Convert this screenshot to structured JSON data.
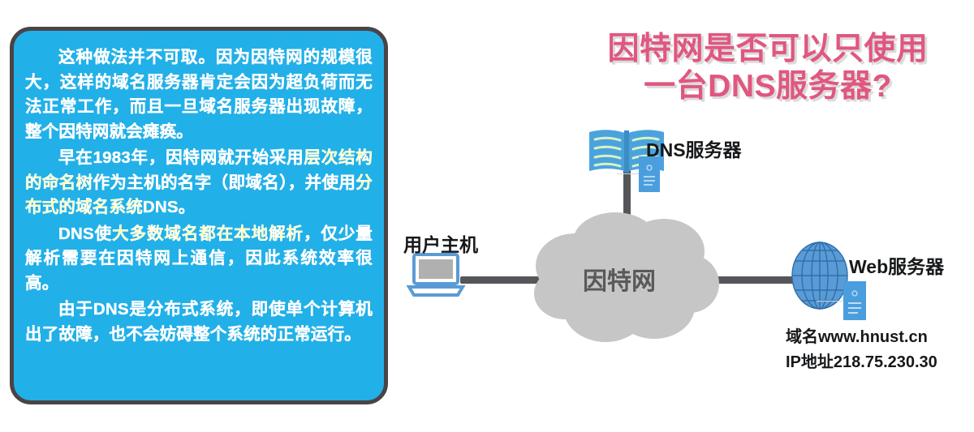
{
  "heading": {
    "line1": "因特网是否可以只使用",
    "line2": "一台DNS服务器?",
    "color": "#e0577f",
    "outline_color": "#ffffff"
  },
  "note_card": {
    "background_color": "#22b0e8",
    "border_color": "#4a4446",
    "text_color": "#ffffff",
    "highlight_color": "#ffff1a",
    "paragraphs": [
      {
        "id": "p1",
        "text": "这种做法并不可取。因为因特网的规模很大，这样的域名服务器肯定会因为超负荷而无法正常工作，而且一旦域名服务器出现故障，整个因特网就会瘫痪。",
        "segments": [
          {
            "text": "这种做法并不可取。因为因特网的规模很大，这样的域名服务器肯定会因为超负荷而无法正常工作，而且一旦域名服务器出现故障，整个因特网就会瘫痪。",
            "highlight": false
          }
        ]
      },
      {
        "id": "p2",
        "text": "早在1983年，因特网就开始采用层次结构的命名树作为主机的名字（即域名），并使用分布式的域名系统DNS。",
        "segments": [
          {
            "text": "早在1983年，因特网就开始采用",
            "highlight": false
          },
          {
            "text": "层次结构的命名树",
            "highlight": true
          },
          {
            "text": "作为主机的名字（即域名），并使用",
            "highlight": false
          },
          {
            "text": "分布式的域名系统",
            "highlight": true
          },
          {
            "text": "DNS。",
            "highlight": false
          }
        ]
      },
      {
        "id": "p3",
        "text": "DNS使大多数域名都在本地解析，仅少量解析需要在因特网上通信，因此系统效率很高。",
        "segments": [
          {
            "text": "DNS使",
            "highlight": false
          },
          {
            "text": "大多数域名都在本地解析",
            "highlight": true
          },
          {
            "text": "，仅少量解析需要在因特网上通信，因此系统效率很高。",
            "highlight": false
          }
        ]
      },
      {
        "id": "p4",
        "text": "由于DNS是分布式系统，即使单个计算机出了故障，也不会妨碍整个系统的正常运行。",
        "segments": [
          {
            "text": "由于DNS是分布式系统，即使单个计算机出了故障，也不会妨碍整个系统的正常运行。",
            "highlight": false
          }
        ]
      }
    ]
  },
  "diagram": {
    "cloud_label": "因特网",
    "cloud_color": "#c6c6c6",
    "wire_color": "#55565a",
    "nodes": [
      {
        "id": "host",
        "label": "用户主机",
        "icon": "laptop-icon"
      },
      {
        "id": "dns",
        "label": "DNS服务器",
        "icon": "book-server-icon"
      },
      {
        "id": "web",
        "label": "Web服务器",
        "icon": "globe-icon"
      }
    ],
    "web_details": {
      "domain": "域名www.hnust.cn",
      "ip": "IP地址218.75.230.30"
    }
  }
}
